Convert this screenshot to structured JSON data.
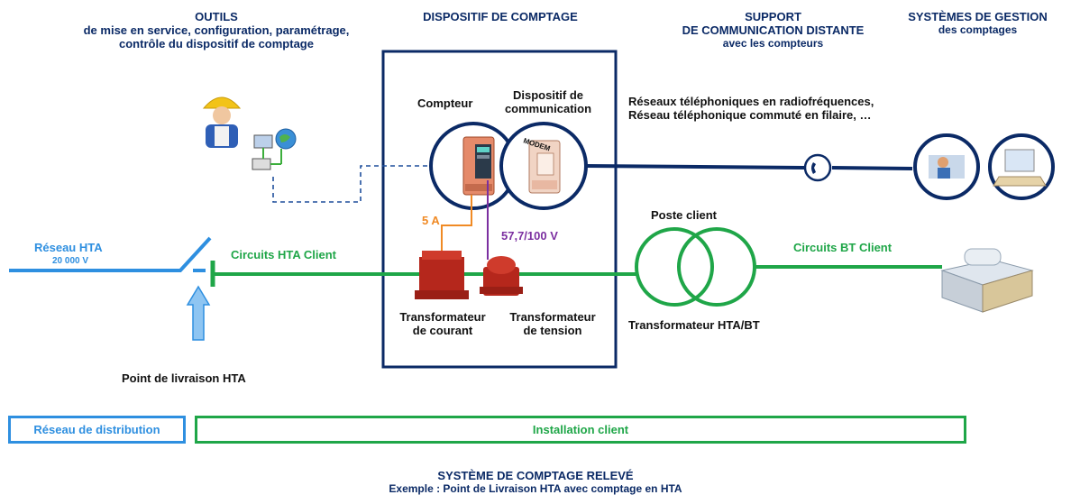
{
  "headers": {
    "outils_title": "OUTILS",
    "outils_sub1": "de mise en service, configuration, paramétrage,",
    "outils_sub2": "contrôle du dispositif de comptage",
    "dispositif_title": "DISPOSITIF DE COMPTAGE",
    "support_line1": "SUPPORT",
    "support_line2": "DE COMMUNICATION  DISTANTE",
    "support_line3": "avec les compteurs",
    "systemes_line1": "SYSTÈMES DE GESTION",
    "systemes_line2": "des comptages"
  },
  "labels": {
    "compteur": "Compteur",
    "dispositif_comm_1": "Dispositif de",
    "dispositif_comm_2": "communication",
    "modem": "MODEM",
    "reseaux_1": "Réseaux téléphoniques en radiofréquences,",
    "reseaux_2": "Réseau téléphonique commuté en filaire, …",
    "poste_client": "Poste client",
    "courant_value": "5 A",
    "tension_value": "57,7/100 V",
    "reseau_hta": "Réseau HTA",
    "reseau_hta_voltage": "20 000 V",
    "circuits_hta_client": "Circuits HTA Client",
    "circuits_bt_client": "Circuits BT Client",
    "tc_1": "Transformateur",
    "tc_2": "de courant",
    "tt_1": "Transformateur",
    "tt_2": "de tension",
    "transfo_hta_bt": "Transformateur HTA/BT",
    "point_livraison": "Point de livraison HTA"
  },
  "bands": {
    "reseau_distribution": "Réseau de distribution",
    "installation_client": "Installation client"
  },
  "footer": {
    "title": "SYSTÈME DE COMPTAGE RELEVÉ",
    "subtitle": "Exemple : Point de Livraison HTA avec comptage en HTA"
  },
  "colors": {
    "navy": "#0b2a66",
    "green": "#1fa648",
    "blue": "#2e8fe0",
    "orange": "#f08a24",
    "purple": "#7b2fa0",
    "transformer_red": "#b5271c"
  },
  "icons": [
    "technician-icon",
    "computer-network-icon",
    "phone-icon",
    "operator-desk-icon",
    "laptop-icon",
    "building-icon"
  ]
}
